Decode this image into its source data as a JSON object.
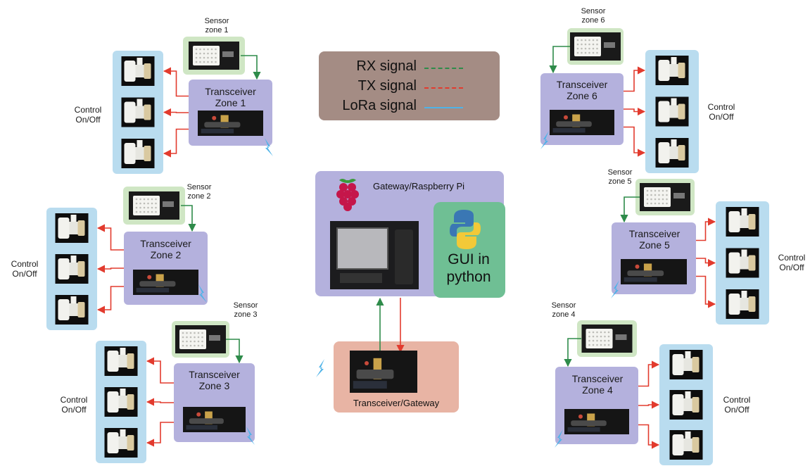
{
  "legend": {
    "rx_label": "RX signal",
    "tx_label": "TX signal",
    "lora_label": "LoRa signal",
    "rx_color": "#2e8b4a",
    "tx_color": "#e23b2e",
    "lora_color": "#4fb3e8"
  },
  "gateway": {
    "title": "Gateway/Raspberry Pi",
    "gui_line1": "GUI in",
    "gui_line2": "python",
    "transceiver_title": "Transceiver/Gateway"
  },
  "zones": [
    {
      "sensor_line1": "Sensor",
      "sensor_line2": "zone 1",
      "tr_line1": "Transceiver",
      "tr_line2": "Zone 1",
      "control_line1": "Control",
      "control_line2": "On/Off"
    },
    {
      "sensor_line1": "Sensor",
      "sensor_line2": "zone 2",
      "tr_line1": "Transceiver",
      "tr_line2": "Zone 2",
      "control_line1": "Control",
      "control_line2": "On/Off"
    },
    {
      "sensor_line1": "Sensor",
      "sensor_line2": "zone 3",
      "tr_line1": "Transceiver",
      "tr_line2": "Zone 3",
      "control_line1": "Control",
      "control_line2": "On/Off"
    },
    {
      "sensor_line1": "Sensor",
      "sensor_line2": "zone 4",
      "tr_line1": "Transceiver",
      "tr_line2": "Zone 4",
      "control_line1": "Control",
      "control_line2": "On/Off"
    },
    {
      "sensor_line1": "Sensor",
      "sensor_line2": "zone 5",
      "tr_line1": "Transceiver",
      "tr_line2": "Zone 5",
      "control_line1": "Control",
      "control_line2": "On/Off"
    },
    {
      "sensor_line1": "Sensor",
      "sensor_line2": "zone 6",
      "tr_line1": "Transceiver",
      "tr_line2": "Zone 6",
      "control_line1": "Control",
      "control_line2": "On/Off"
    }
  ],
  "colors": {
    "valve_panel": "#b9dcef",
    "transceiver_panel": "#b4b1dd",
    "sensor_panel": "#cfe6c4",
    "gateway_panel": "#b4b1dd",
    "gui_panel": "#6fbf94",
    "transceiver_gateway_panel": "#e8b4a4"
  },
  "icons": {
    "valve": "solenoid-valve-icon",
    "sensor": "sensor-module-icon",
    "board": "lora-board-icon",
    "lora": "lightning-icon",
    "raspberry": "raspberry-pi-icon",
    "python": "python-logo-icon"
  }
}
